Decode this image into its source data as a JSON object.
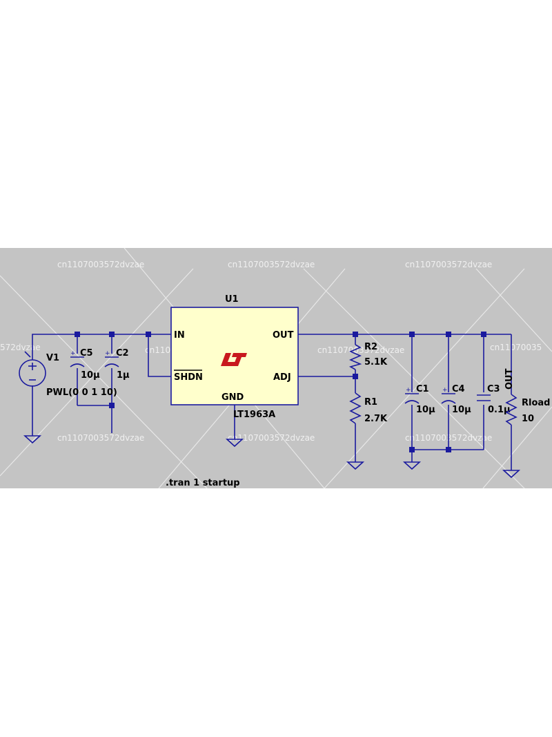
{
  "colors": {
    "panel_bg": "#c4c4c4",
    "wire": "#1a1a9e",
    "ic_fill": "#ffffcc",
    "logo": "#c8181e",
    "watermark": "#f0f0f0"
  },
  "watermark": {
    "text": "cn1107003572dvzae",
    "partial_left": "572dvzae",
    "partial_right": "cn11070035"
  },
  "ic": {
    "ref": "U1",
    "part": "LT1963A",
    "logo_icon": "linear-technology-logo-icon",
    "pins": {
      "in": "IN",
      "shdn": "SHDN",
      "out": "OUT",
      "adj": "ADJ",
      "gnd": "GND"
    }
  },
  "components": {
    "v1": {
      "ref": "V1",
      "value": "PWL(0 0 1 10)"
    },
    "c5": {
      "ref": "C5",
      "value": "10µ"
    },
    "c2": {
      "ref": "C2",
      "value": "1µ"
    },
    "r2": {
      "ref": "R2",
      "value": "5.1K"
    },
    "r1": {
      "ref": "R1",
      "value": "2.7K"
    },
    "c1": {
      "ref": "C1",
      "value": "10µ"
    },
    "c4": {
      "ref": "C4",
      "value": "10µ"
    },
    "c3": {
      "ref": "C3",
      "value": "0.1µ"
    },
    "rload": {
      "ref": "Rload",
      "value": "10"
    }
  },
  "net_label": "OUT",
  "directive": ".tran 1 startup"
}
